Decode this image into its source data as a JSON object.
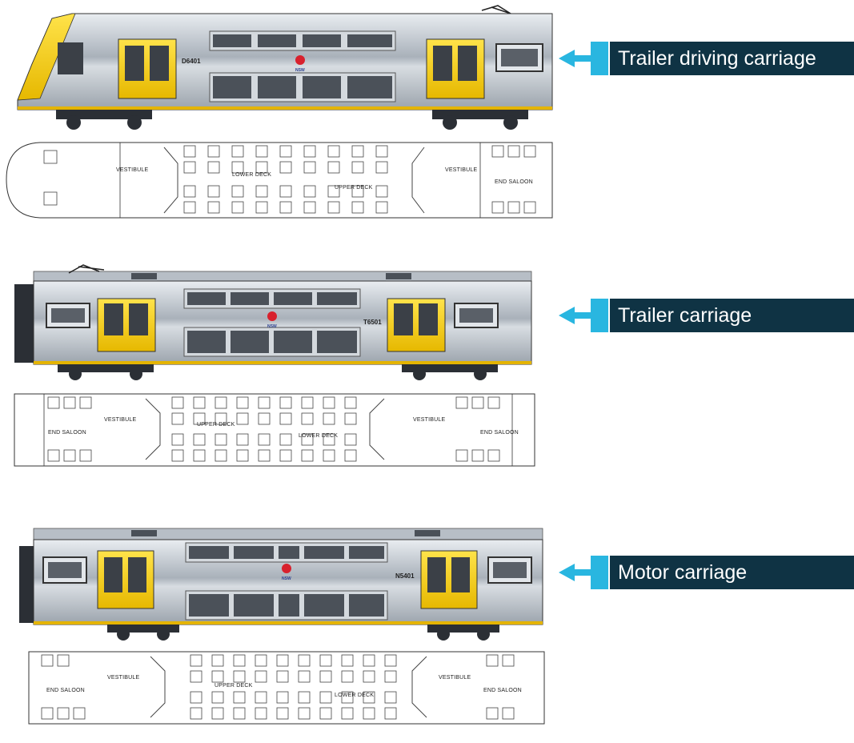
{
  "carriages": [
    {
      "id": "trailer-driving",
      "callout": "Trailer driving carriage",
      "number": "D6401",
      "plan_labels": [
        "VESTIBULE",
        "LOWER DECK",
        "UPPER DECK",
        "VESTIBULE",
        "END SALOON"
      ]
    },
    {
      "id": "trailer",
      "callout": "Trailer carriage",
      "number": "T6501",
      "plan_labels": [
        "END SALOON",
        "VESTIBULE",
        "UPPER DECK",
        "LOWER DECK",
        "VESTIBULE",
        "END SALOON"
      ]
    },
    {
      "id": "motor",
      "callout": "Motor carriage",
      "number": "N5401",
      "plan_labels": [
        "END SALOON",
        "VESTIBULE",
        "UPPER DECK",
        "LOWER DECK",
        "VESTIBULE",
        "END SALOON"
      ]
    }
  ],
  "logo_text": "NSW",
  "colors": {
    "callout_bg": "#0f3344",
    "arrow": "#29b6e0",
    "door_yellow": "#f6d200",
    "body_silver": "#c9cfd6",
    "window_dark": "#3b4047"
  }
}
